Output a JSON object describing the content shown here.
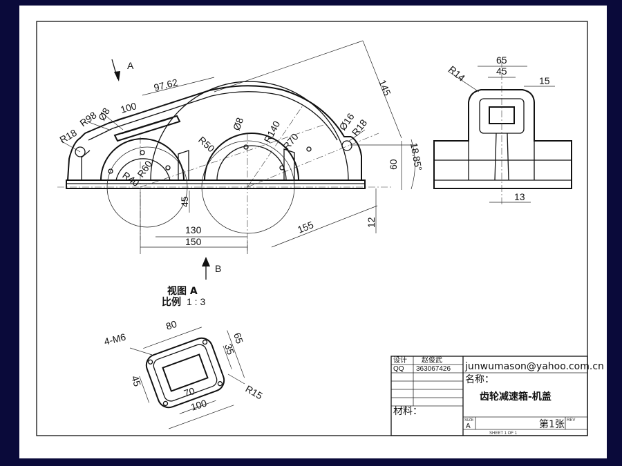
{
  "top_view": {
    "dims": {
      "d97_62": "97.62",
      "d100": "100",
      "d145": "145",
      "d_ang": "18.85°",
      "d60": "60",
      "d12": "12",
      "d155": "155",
      "d130": "130",
      "d150": "150",
      "d45": "45",
      "phi8a": "Ø8",
      "phi8b": "Ø8",
      "phi16": "Ø16",
      "r98": "R98",
      "r18a": "R18",
      "r18b": "R18",
      "r40": "R40",
      "r60": "R60",
      "r50": "R50",
      "r140": "R140",
      "r70": "R70"
    },
    "arrow_a_label": "A",
    "arrow_b_label": "B"
  },
  "side_view": {
    "dims": {
      "d65": "65",
      "d45": "45",
      "d15": "15",
      "d13": "13",
      "r14": "R14"
    }
  },
  "detail_view": {
    "title": "视图 A",
    "scale_label": "比例",
    "scale_value": "1 : 3",
    "dims": {
      "d80": "80",
      "d65": "65",
      "d35": "35",
      "d45": "45",
      "d70": "70",
      "d100": "100",
      "r15": "R15",
      "holes": "4-M6"
    }
  },
  "title_block": {
    "designer_label": "设计",
    "designer_name": "赵俊武",
    "qq_label": "QQ",
    "qq_number": "363067426",
    "email": "junwumason@yahoo.com.cn",
    "name_label": "名称：",
    "part_name": "齿轮减速箱-机盖",
    "material_label": "材料：",
    "sheet_label": "第1张",
    "size_value": "A",
    "size_label": "SIZE",
    "rev_label": "REV",
    "scale_note": "SHEET 1 OF 1"
  }
}
